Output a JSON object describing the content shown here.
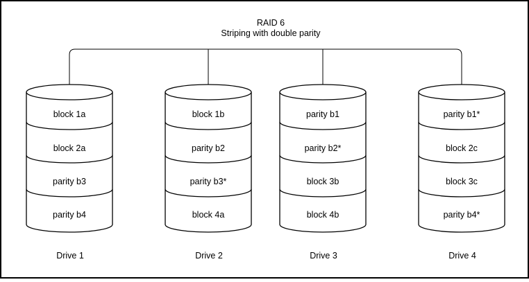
{
  "title": {
    "line1": "RAID 6",
    "line2": "Striping with double parity"
  },
  "drives": [
    {
      "label": "Drive 1",
      "blocks": [
        "block 1a",
        "block 2a",
        "parity b3",
        "parity b4"
      ]
    },
    {
      "label": "Drive 2",
      "blocks": [
        "block 1b",
        "parity b2",
        "parity b3*",
        "block 4a"
      ]
    },
    {
      "label": "Drive 3",
      "blocks": [
        "parity b1",
        "parity b2*",
        "block 3b",
        "block 4b"
      ]
    },
    {
      "label": "Drive 4",
      "blocks": [
        "parity b1*",
        "block 2c",
        "block 3c",
        "parity b4*"
      ]
    }
  ],
  "colors": {
    "stroke": "#000000",
    "fill": "#ffffff",
    "text": "#000000",
    "background": "#ffffff"
  }
}
